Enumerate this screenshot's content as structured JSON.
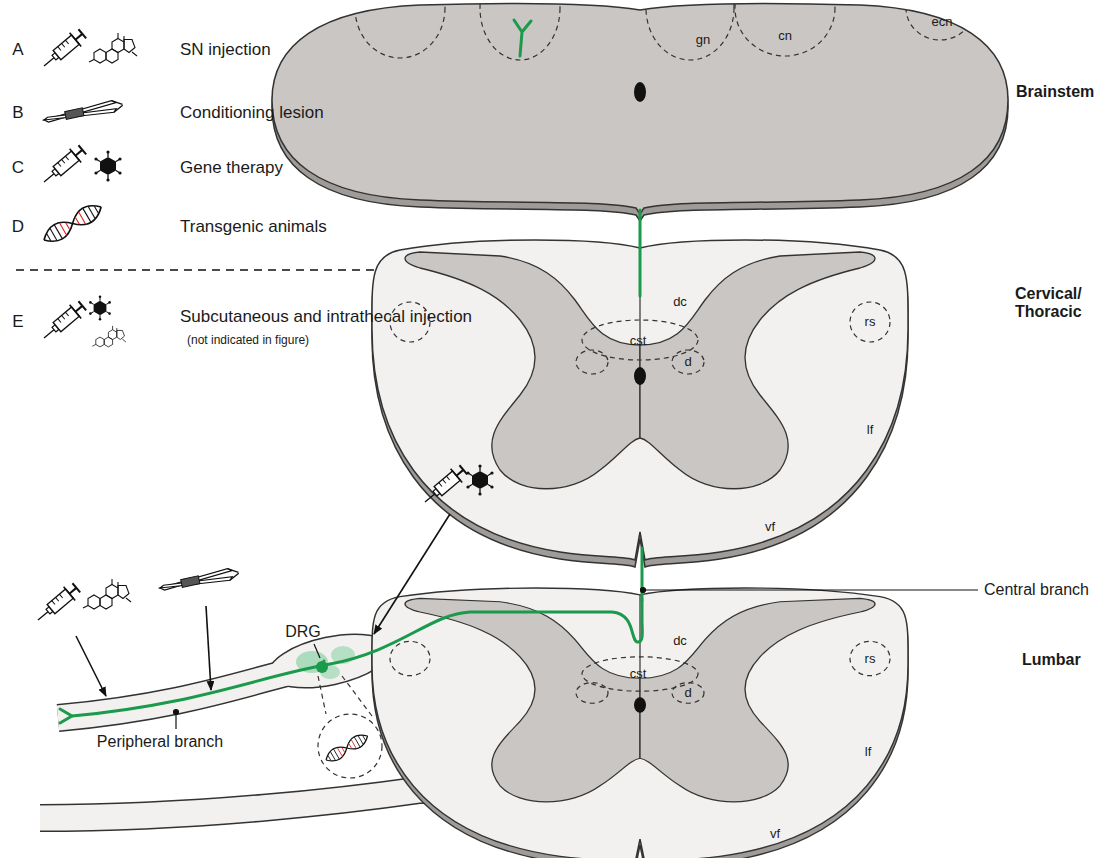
{
  "diagram": {
    "labels": [
      "A",
      "B",
      "C",
      "D",
      "E",
      "(not indicated in figure)",
      "Brainstem",
      "gn",
      "cn",
      "ecn",
      "dc",
      "cst",
      "d",
      "rs",
      "lf",
      "vf",
      "Cervical/ Thoracic",
      "Central branch",
      "DRG",
      "Peripheral branch",
      "dc",
      "cst",
      "d",
      "rs",
      "lf",
      "vf",
      "Lumbar"
    ],
    "legend": [
      {
        "text": "SN injection"
      },
      {
        "text": "Conditioning lesion"
      },
      {
        "text": "Gene therapy"
      },
      {
        "text": "Transgenic animals"
      },
      {
        "text": "Subcutaneous and intrathecal injection"
      }
    ]
  }
}
